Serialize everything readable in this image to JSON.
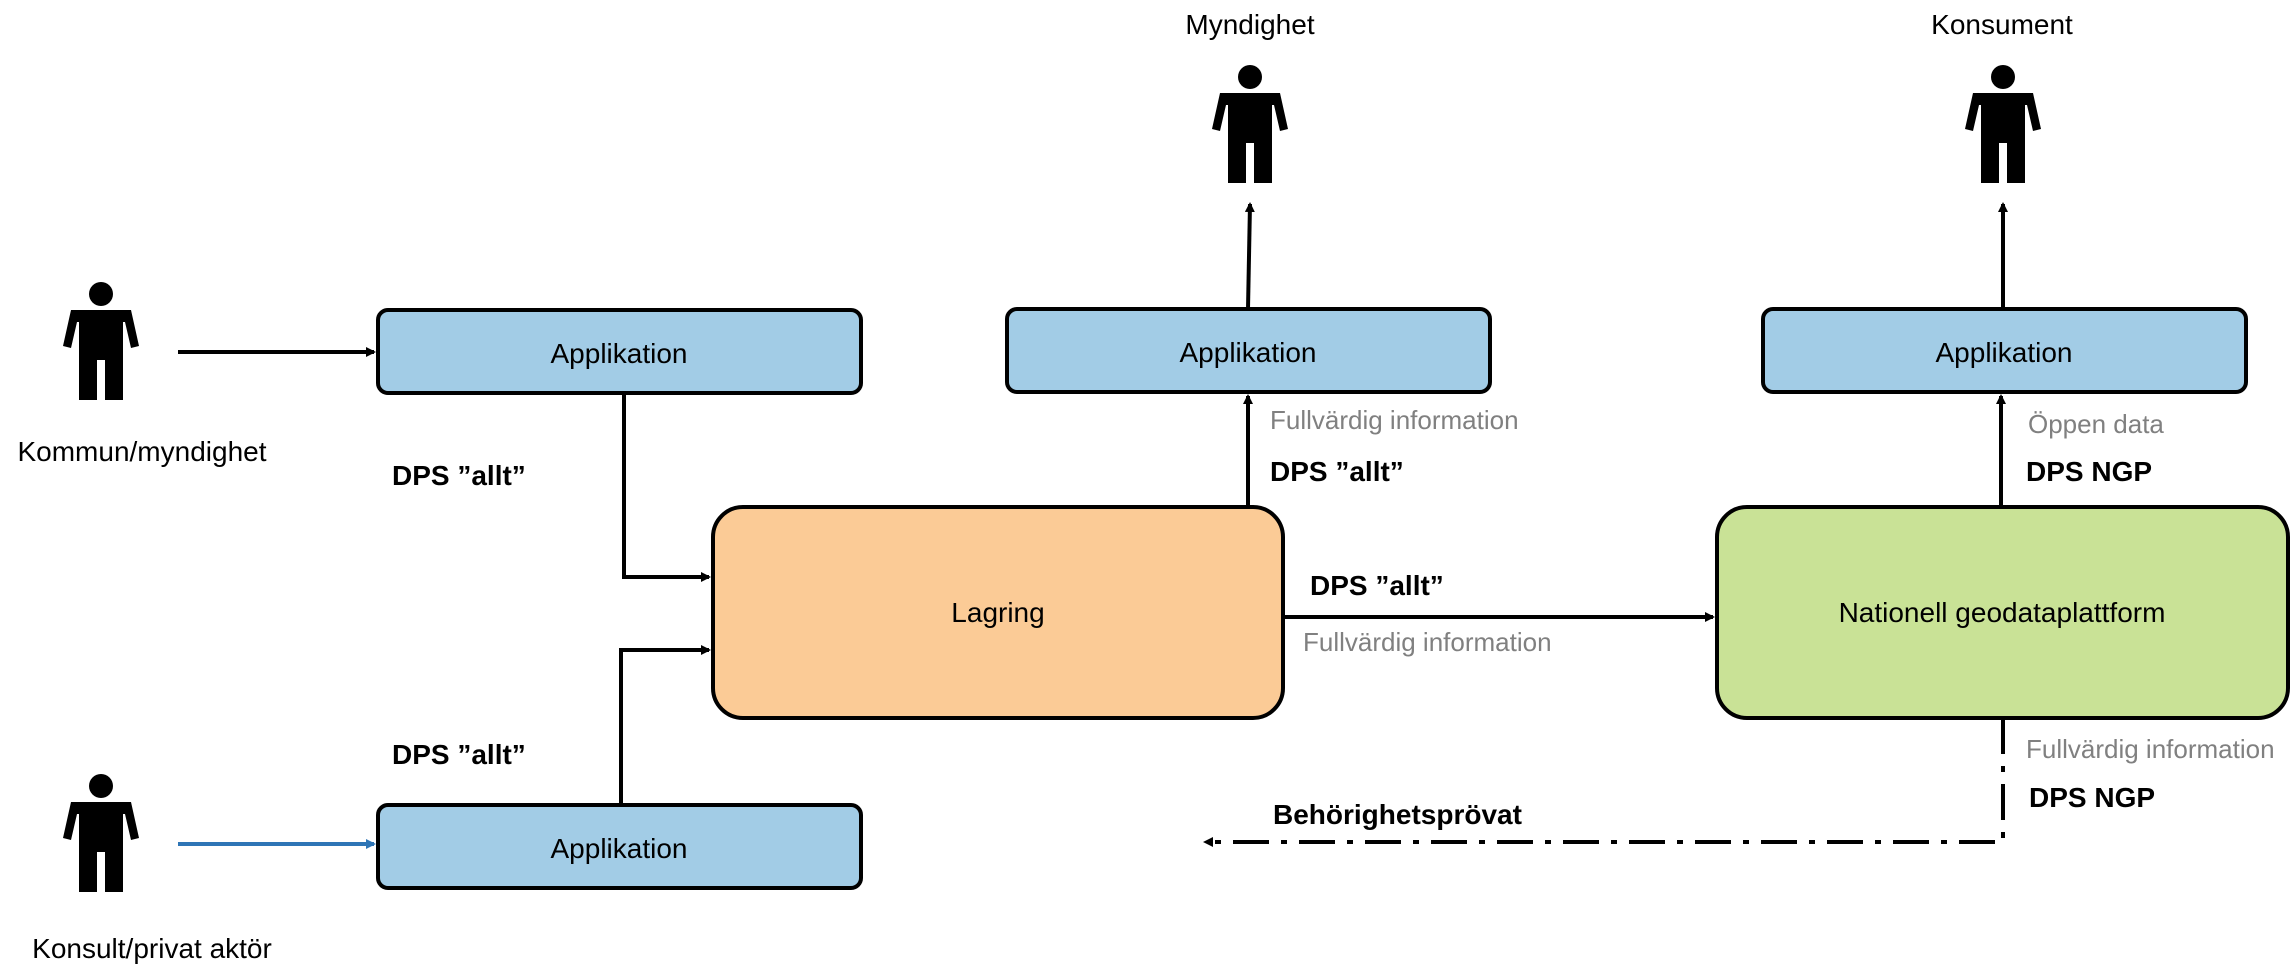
{
  "actors": {
    "kommun": "Kommun/myndighet",
    "konsult": "Konsult/privat aktör",
    "myndighet": "Myndighet",
    "konsument": "Konsument"
  },
  "boxes": {
    "app_kommun": "Applikation",
    "app_konsult": "Applikation",
    "app_myndighet": "Applikation",
    "app_konsument": "Applikation",
    "lagring": "Lagring",
    "ngp": "Nationell geodataplattform"
  },
  "edge_labels": {
    "kommun_dps": "DPS ”allt”",
    "konsult_dps": "DPS ”allt”",
    "myndighet_info": "Fullvärdig information",
    "myndighet_dps": "DPS ”allt”",
    "lagring_ngp_dps": "DPS ”allt”",
    "lagring_ngp_info": "Fullvärdig information",
    "konsument_info": "Öppen data",
    "konsument_dps": "DPS NGP",
    "ngp_out_info": "Fullvärdig information",
    "ngp_out_dps": "DPS NGP",
    "behorighet": "Behörighetsprövat"
  },
  "colors": {
    "app_fill": "#A2CCE6",
    "lagring_fill": "#FBCB96",
    "ngp_fill": "#C9E296",
    "konsult_arrow": "#2E75B6",
    "muted_text": "#808080"
  }
}
